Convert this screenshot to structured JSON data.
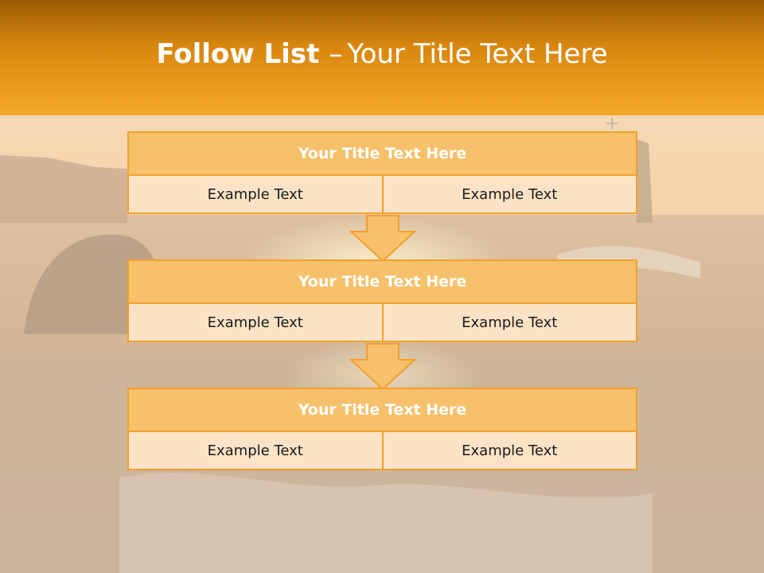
{
  "header": {
    "title_bold": "Follow List",
    "title_dash": "–",
    "title_rest": "Your Title Text Here"
  },
  "blocks": [
    {
      "title": "Your Title Text Here",
      "cells": [
        "Example Text",
        "Example Text"
      ]
    },
    {
      "title": "Your Title Text Here",
      "cells": [
        "Example Text",
        "Example Text"
      ]
    },
    {
      "title": "Your Title Text Here",
      "cells": [
        "Example Text",
        "Example Text"
      ]
    }
  ],
  "colors": {
    "header_orange": "#f4a82d",
    "title_fill": "#f7c06b",
    "cell_fill": "#fce3c6",
    "border": "#f2a02e"
  },
  "icons": {
    "arrow": "down-arrow-icon",
    "plus": "plus-icon"
  }
}
